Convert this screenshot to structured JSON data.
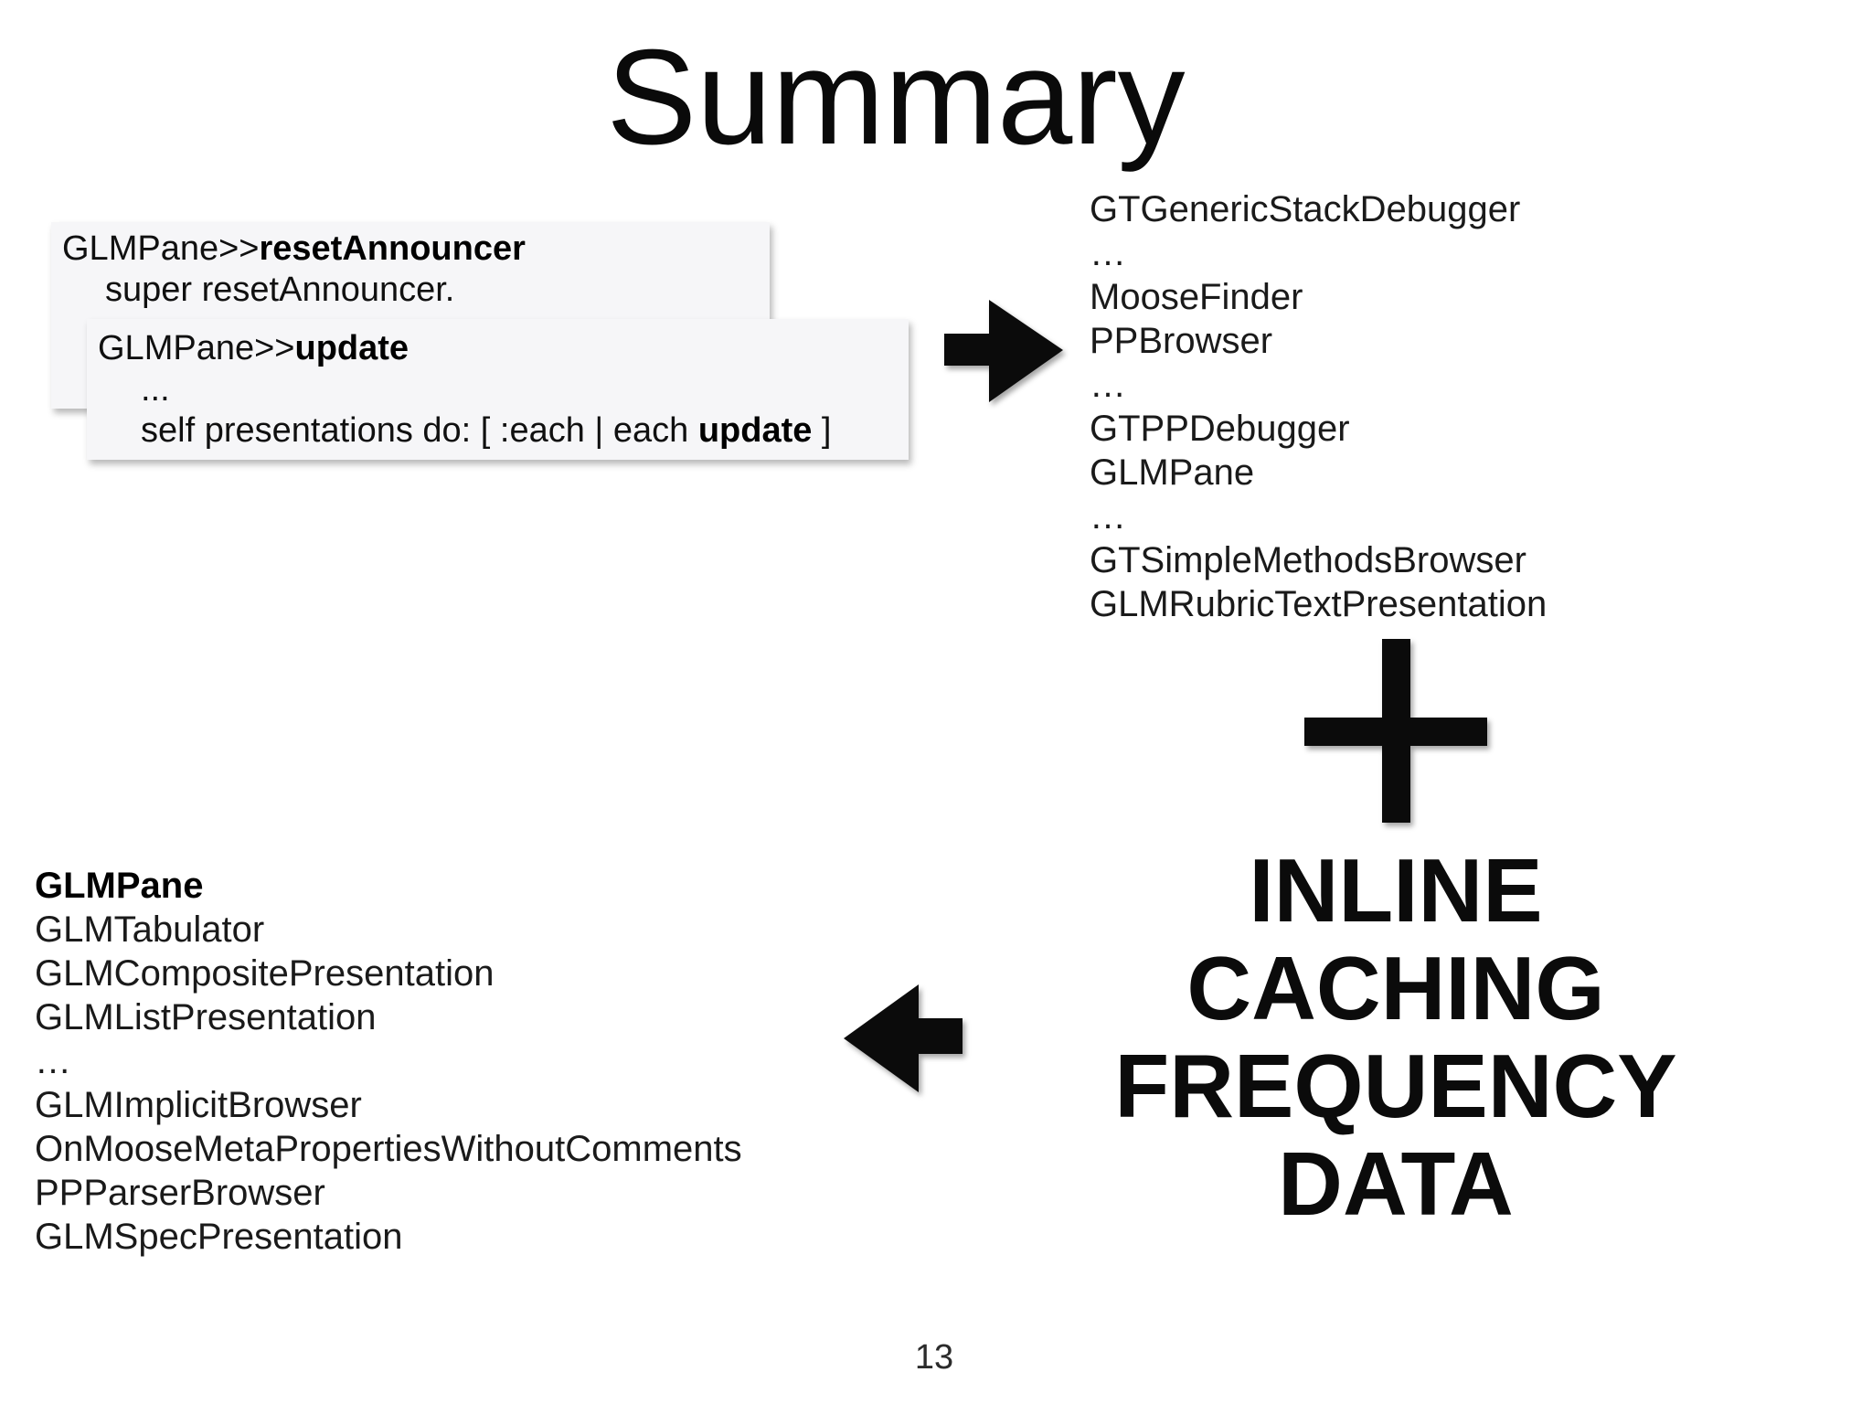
{
  "slide": {
    "title": "Summary",
    "page_number": "13",
    "background_color": "#ffffff",
    "text_color": "#141414",
    "code_box_bg_color": "#f6f6f8",
    "shape_color": "#0b0b0b"
  },
  "code_boxes": {
    "box1": {
      "signature_class": "GLMPane>>",
      "signature_method": "resetAnnouncer",
      "body_line": "super resetAnnouncer."
    },
    "box2": {
      "signature_class": "GLMPane>>",
      "signature_method": "update",
      "body_line1": "...",
      "body_line2_pre": "self presentations do: [ :each | each ",
      "body_line2_bold": "update",
      "body_line2_post": " ]"
    }
  },
  "right_list": {
    "items": [
      "GTGenericStackDebugger",
      "…",
      "MooseFinder",
      "PPBrowser",
      "…",
      "GTPPDebugger",
      "GLMPane",
      "…",
      "GTSimpleMethodsBrowser",
      "GLMRubricTextPresentation"
    ]
  },
  "bottom_left_list": {
    "items": [
      "GLMPane",
      "GLMTabulator",
      "GLMCompositePresentation",
      "GLMListPresentation",
      "…",
      "GLMImplicitBrowser",
      "OnMooseMetaPropertiesWithoutComments",
      "PPParserBrowser",
      "GLMSpecPresentation"
    ]
  },
  "big_label": {
    "lines": [
      "INLINE",
      "CACHING",
      "FREQUENCY",
      "DATA"
    ]
  },
  "icons": {
    "plus": "plus-icon",
    "arrow_right": "arrow-right-icon",
    "arrow_left": "arrow-left-icon"
  }
}
